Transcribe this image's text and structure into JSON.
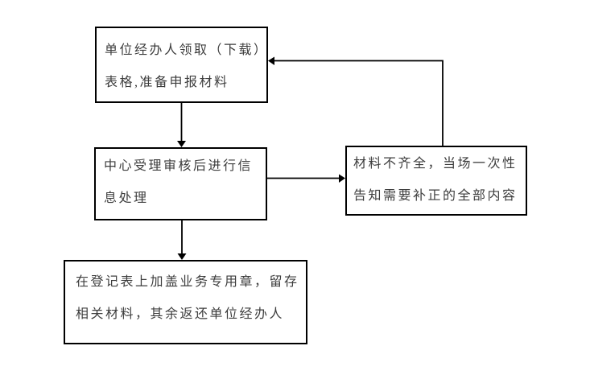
{
  "diagram": {
    "type": "flowchart",
    "background_color": "#ffffff",
    "line_color": "#000000",
    "text_color": "#3d3d3d",
    "nodes": [
      {
        "id": "collect-form",
        "lines": [
          "单位经办人领取（下载）",
          "表格,准备申报材料"
        ],
        "full_text": "单位经办人领取（下载）表格,准备申报材料"
      },
      {
        "id": "center-review",
        "lines": [
          "中心受理审核后进行信",
          "息处理"
        ],
        "full_text": "中心受理审核后进行信息处理"
      },
      {
        "id": "incomplete-materials",
        "lines": [
          "材料不齐全，当场一次性",
          "告知需要补正的全部内容"
        ],
        "full_text": "材料不齐全，当场一次性告知需要补正的全部内容"
      },
      {
        "id": "stamp-and-return",
        "lines": [
          "在登记表上加盖业务专用章，留存",
          "相关材料，其余返还单位经办人"
        ],
        "full_text": "在登记表上加盖业务专用章，留存相关材料，其余返还单位经办人"
      }
    ],
    "edges": [
      {
        "from": "collect-form",
        "to": "center-review",
        "direction": "down"
      },
      {
        "from": "center-review",
        "to": "incomplete-materials",
        "direction": "right"
      },
      {
        "from": "incomplete-materials",
        "to": "collect-form",
        "direction": "up-left"
      },
      {
        "from": "center-review",
        "to": "stamp-and-return",
        "direction": "down"
      }
    ]
  }
}
